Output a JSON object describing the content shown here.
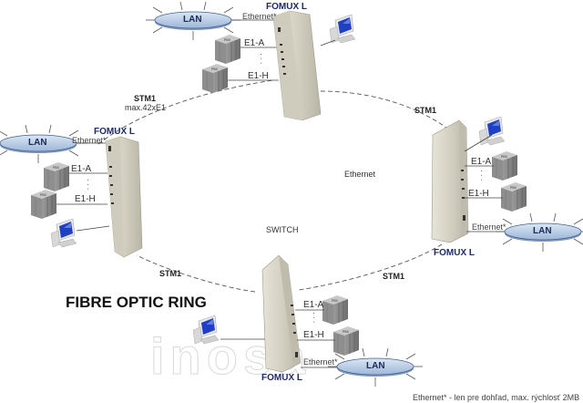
{
  "title": "FIBRE OPTIC RING",
  "footnote": "Ethernet* - len pre dohľad, max. rýchlosť 2MB",
  "watermark": "inosa",
  "ring": {
    "center_labels": {
      "ethernet": "Ethernet",
      "switch": "SWITCH"
    },
    "links": [
      {
        "label": "STM1",
        "sublabel": "max.42xE1"
      },
      {
        "label": "STM1"
      },
      {
        "label": "STM1"
      },
      {
        "label": "STM1"
      }
    ]
  },
  "nodes": [
    {
      "name": "FOMUX L",
      "lan": "LAN",
      "eth": "Ethernet*",
      "e1_first": "E1-A",
      "e1_last": "E1-H",
      "dots": "·  ·  ·"
    },
    {
      "name": "FOMUX L",
      "lan": "LAN",
      "eth": "Ethernet*",
      "e1_first": "E1-A",
      "e1_last": "E1-H",
      "dots": "·  ·  ·"
    },
    {
      "name": "FOMUX L",
      "lan": "LAN",
      "eth": "Ethernet*",
      "e1_first": "E1-A",
      "e1_last": "E1-H",
      "dots": "·  ·  ·"
    },
    {
      "name": "FOMUX L",
      "lan": "LAN",
      "eth": "Ethernet*",
      "e1_first": "E1-A",
      "e1_last": "E1-H",
      "dots": "·  ·  ·"
    }
  ],
  "colors": {
    "fomux_label": "#1f2a6b",
    "lan_fill": "#b8cbe4",
    "device": "#d8d4c6",
    "monitor": "#1f3fc4"
  }
}
